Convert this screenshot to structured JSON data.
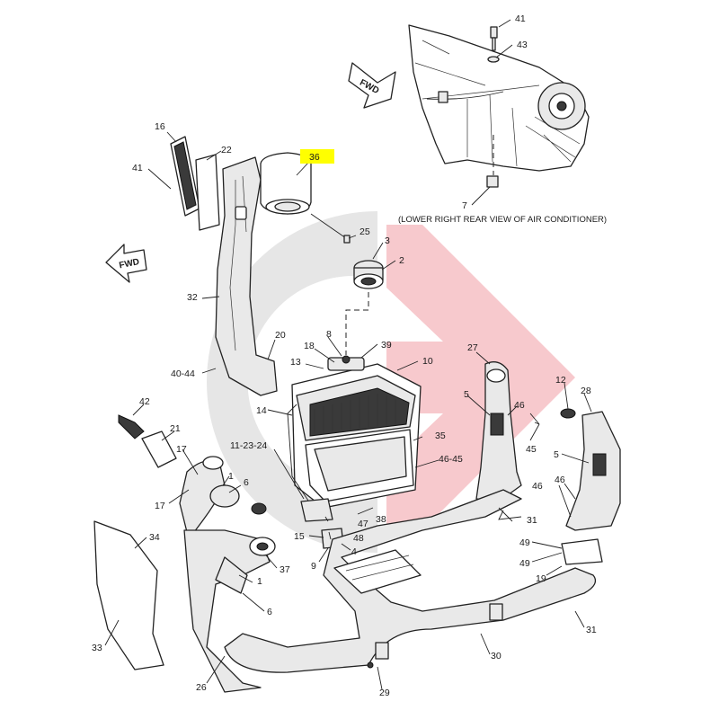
{
  "diagram": {
    "caption": "(LOWER RIGHT REAR VIEW OF AIR CONDITIONER)",
    "fwd_arrow_text": "FWD",
    "highlighted_callout": "36",
    "highlight_color": "#ffff00",
    "watermark_colors": {
      "gray": "#e6e6e6",
      "red": "#f7c9cd"
    },
    "callouts": [
      "41",
      "43",
      "7",
      "16",
      "22",
      "36",
      "41",
      "25",
      "3",
      "2",
      "32",
      "20",
      "40-44",
      "18",
      "8",
      "39",
      "13",
      "10",
      "14",
      "27",
      "12",
      "28",
      "5",
      "46",
      "45",
      "5",
      "42",
      "21",
      "11-23-24",
      "35",
      "46-45",
      "17",
      "1",
      "6",
      "17",
      "46",
      "46",
      "47",
      "38",
      "31",
      "15",
      "48",
      "4",
      "9",
      "37",
      "49",
      "49",
      "19",
      "34",
      "1",
      "6",
      "33",
      "26",
      "29",
      "30",
      "31"
    ]
  }
}
